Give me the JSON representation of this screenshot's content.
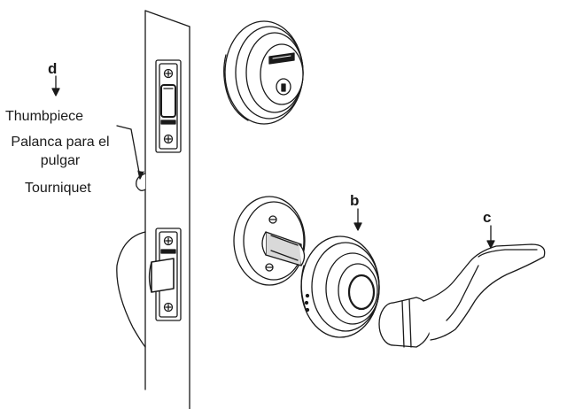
{
  "callouts": {
    "d": "d",
    "b": "b",
    "c": "c"
  },
  "thumbpiece_labels": {
    "english": "Thumbpiece",
    "spanish": "Palanca para el pulgar",
    "french": "Tourniquet"
  },
  "colors": {
    "line": "#1a1a1a",
    "fill_light": "#ffffff",
    "fill_shade": "#d9d9d9"
  }
}
